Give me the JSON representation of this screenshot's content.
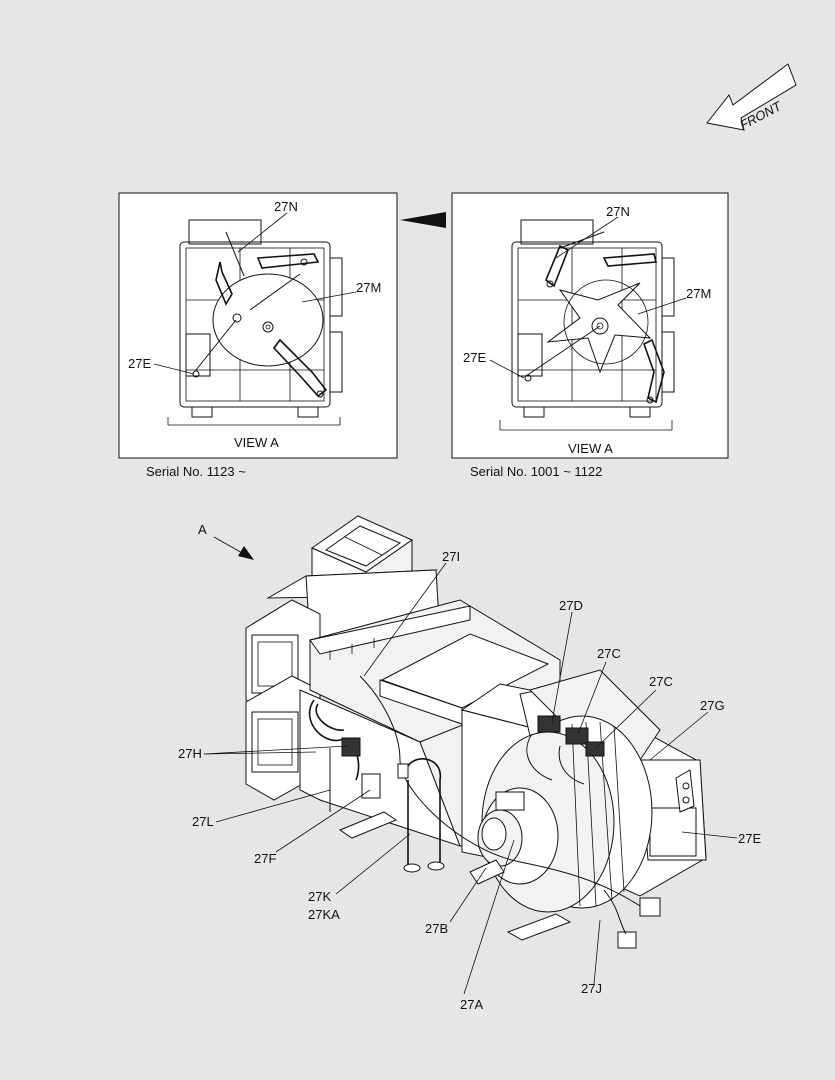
{
  "orientation": {
    "label": "FRONT"
  },
  "panels": [
    {
      "view_label": "VIEW  A",
      "serial_text": "Serial No. 1123 ~",
      "callouts": [
        "27N",
        "27M",
        "27E"
      ]
    },
    {
      "view_label": "VIEW  A",
      "serial_text": "Serial No. 1001 ~ 1122",
      "callouts": [
        "27N",
        "27M",
        "27E"
      ]
    }
  ],
  "main_view": {
    "view_pointer": "A",
    "callouts": [
      "27I",
      "27D",
      "27C",
      "27C",
      "27G",
      "27H",
      "27E",
      "27L",
      "27F",
      "27K",
      "27KA",
      "27B",
      "27A",
      "27J"
    ]
  }
}
